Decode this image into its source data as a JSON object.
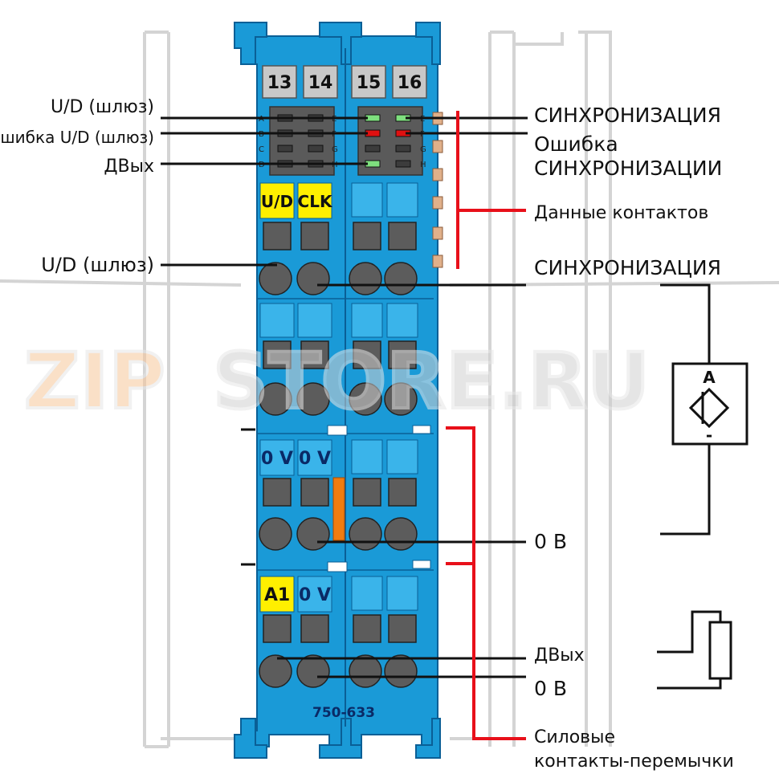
{
  "module": {
    "number": "750-633",
    "terminal_numbers": [
      "13",
      "14",
      "15",
      "16"
    ],
    "led_letters_left": [
      "A",
      "B",
      "C",
      "D"
    ],
    "led_letters_right": [
      "E",
      "F",
      "G",
      "H"
    ],
    "colors": {
      "housing": "#1a9ad7",
      "housing_dark": "#0a5f96",
      "yellow_tab": "#ffef00",
      "light_tab": "#3ab4ea",
      "led_green": "#7ee07e",
      "led_red": "#e01010",
      "bridge_orange": "#f07c10",
      "leader_red": "#e8101a"
    }
  },
  "tabs": {
    "row1_left": "U/D",
    "row1_right": "CLK",
    "row3_left": "0 V",
    "row3_right": "0 V",
    "row4_left": "A1",
    "row4_right": "0 V"
  },
  "labels_left": {
    "ud_gate": "U/D (шлюз)",
    "ud_error": "Ошибка U/D (шлюз)",
    "dout": "ДВых",
    "ud_gate_terminal": "U/D (шлюз)"
  },
  "labels_right": {
    "sync": "СИНХРОНИЗАЦИЯ",
    "sync_error_line1": "Ошибка",
    "sync_error_line2": "СИНХРОНИЗАЦИИ",
    "contact_data": "Данные контактов",
    "sync_terminal": "СИНХРОНИЗАЦИЯ",
    "zero_v_1": "0 В",
    "dout": "ДВых",
    "zero_v_2": "0 В",
    "power_contacts_line1": "Силовые",
    "power_contacts_line2": "контакты-перемычки"
  },
  "symbols": {
    "sensor_top": "A",
    "sensor_bottom": "-"
  },
  "watermark": {
    "part1": "ZIP",
    "part2": "STORE.RU"
  }
}
